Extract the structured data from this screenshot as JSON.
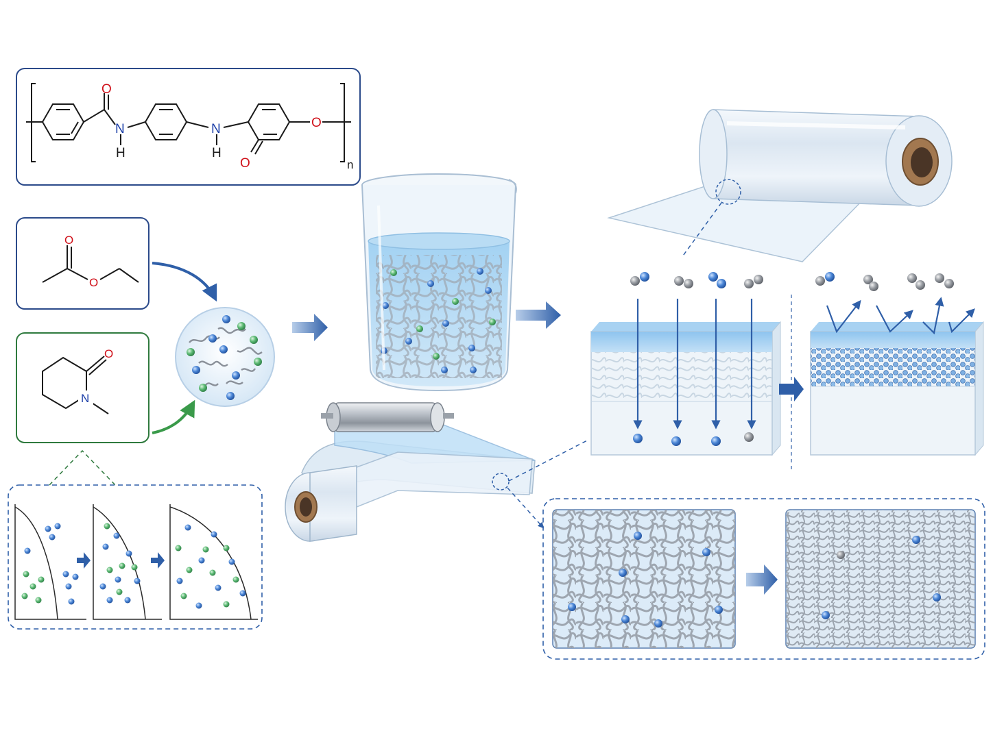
{
  "colors": {
    "navy_border": "#2b4a8a",
    "green_border": "#2f7a3e",
    "oxygen_red": "#d0121b",
    "nitrogen_blue": "#1c3fa8",
    "arrow_blue": "#2f5fa8",
    "arrow_green": "#3a9a4a",
    "water_blue": "#b9dcf4",
    "membrane_blue": "#9ccbf0",
    "particle_blue": "#3f7fd0",
    "particle_green": "#4caf6a",
    "particle_gray": "#8a8f96",
    "core_brown": "#8a6440"
  },
  "polymer_structure": {
    "atoms": {
      "O_top": "O",
      "N1": "N",
      "H1": "H",
      "N2": "N",
      "H2": "H",
      "O_ring": "O",
      "O_ether": "O"
    },
    "subscript": "n"
  },
  "solvent_ester": {
    "atoms": {
      "O_carbonyl": "O",
      "O_ester": "O"
    }
  },
  "solvent_lactam": {
    "atoms": {
      "O": "O",
      "N": "N"
    }
  },
  "icons": {
    "beaker": "beaker-icon",
    "film_roll": "film-roll-icon",
    "roller": "casting-roller-icon",
    "mixture": "polymer-solution-icon",
    "membrane_block": "membrane-cross-section-icon",
    "network": "polymer-network-icon"
  }
}
